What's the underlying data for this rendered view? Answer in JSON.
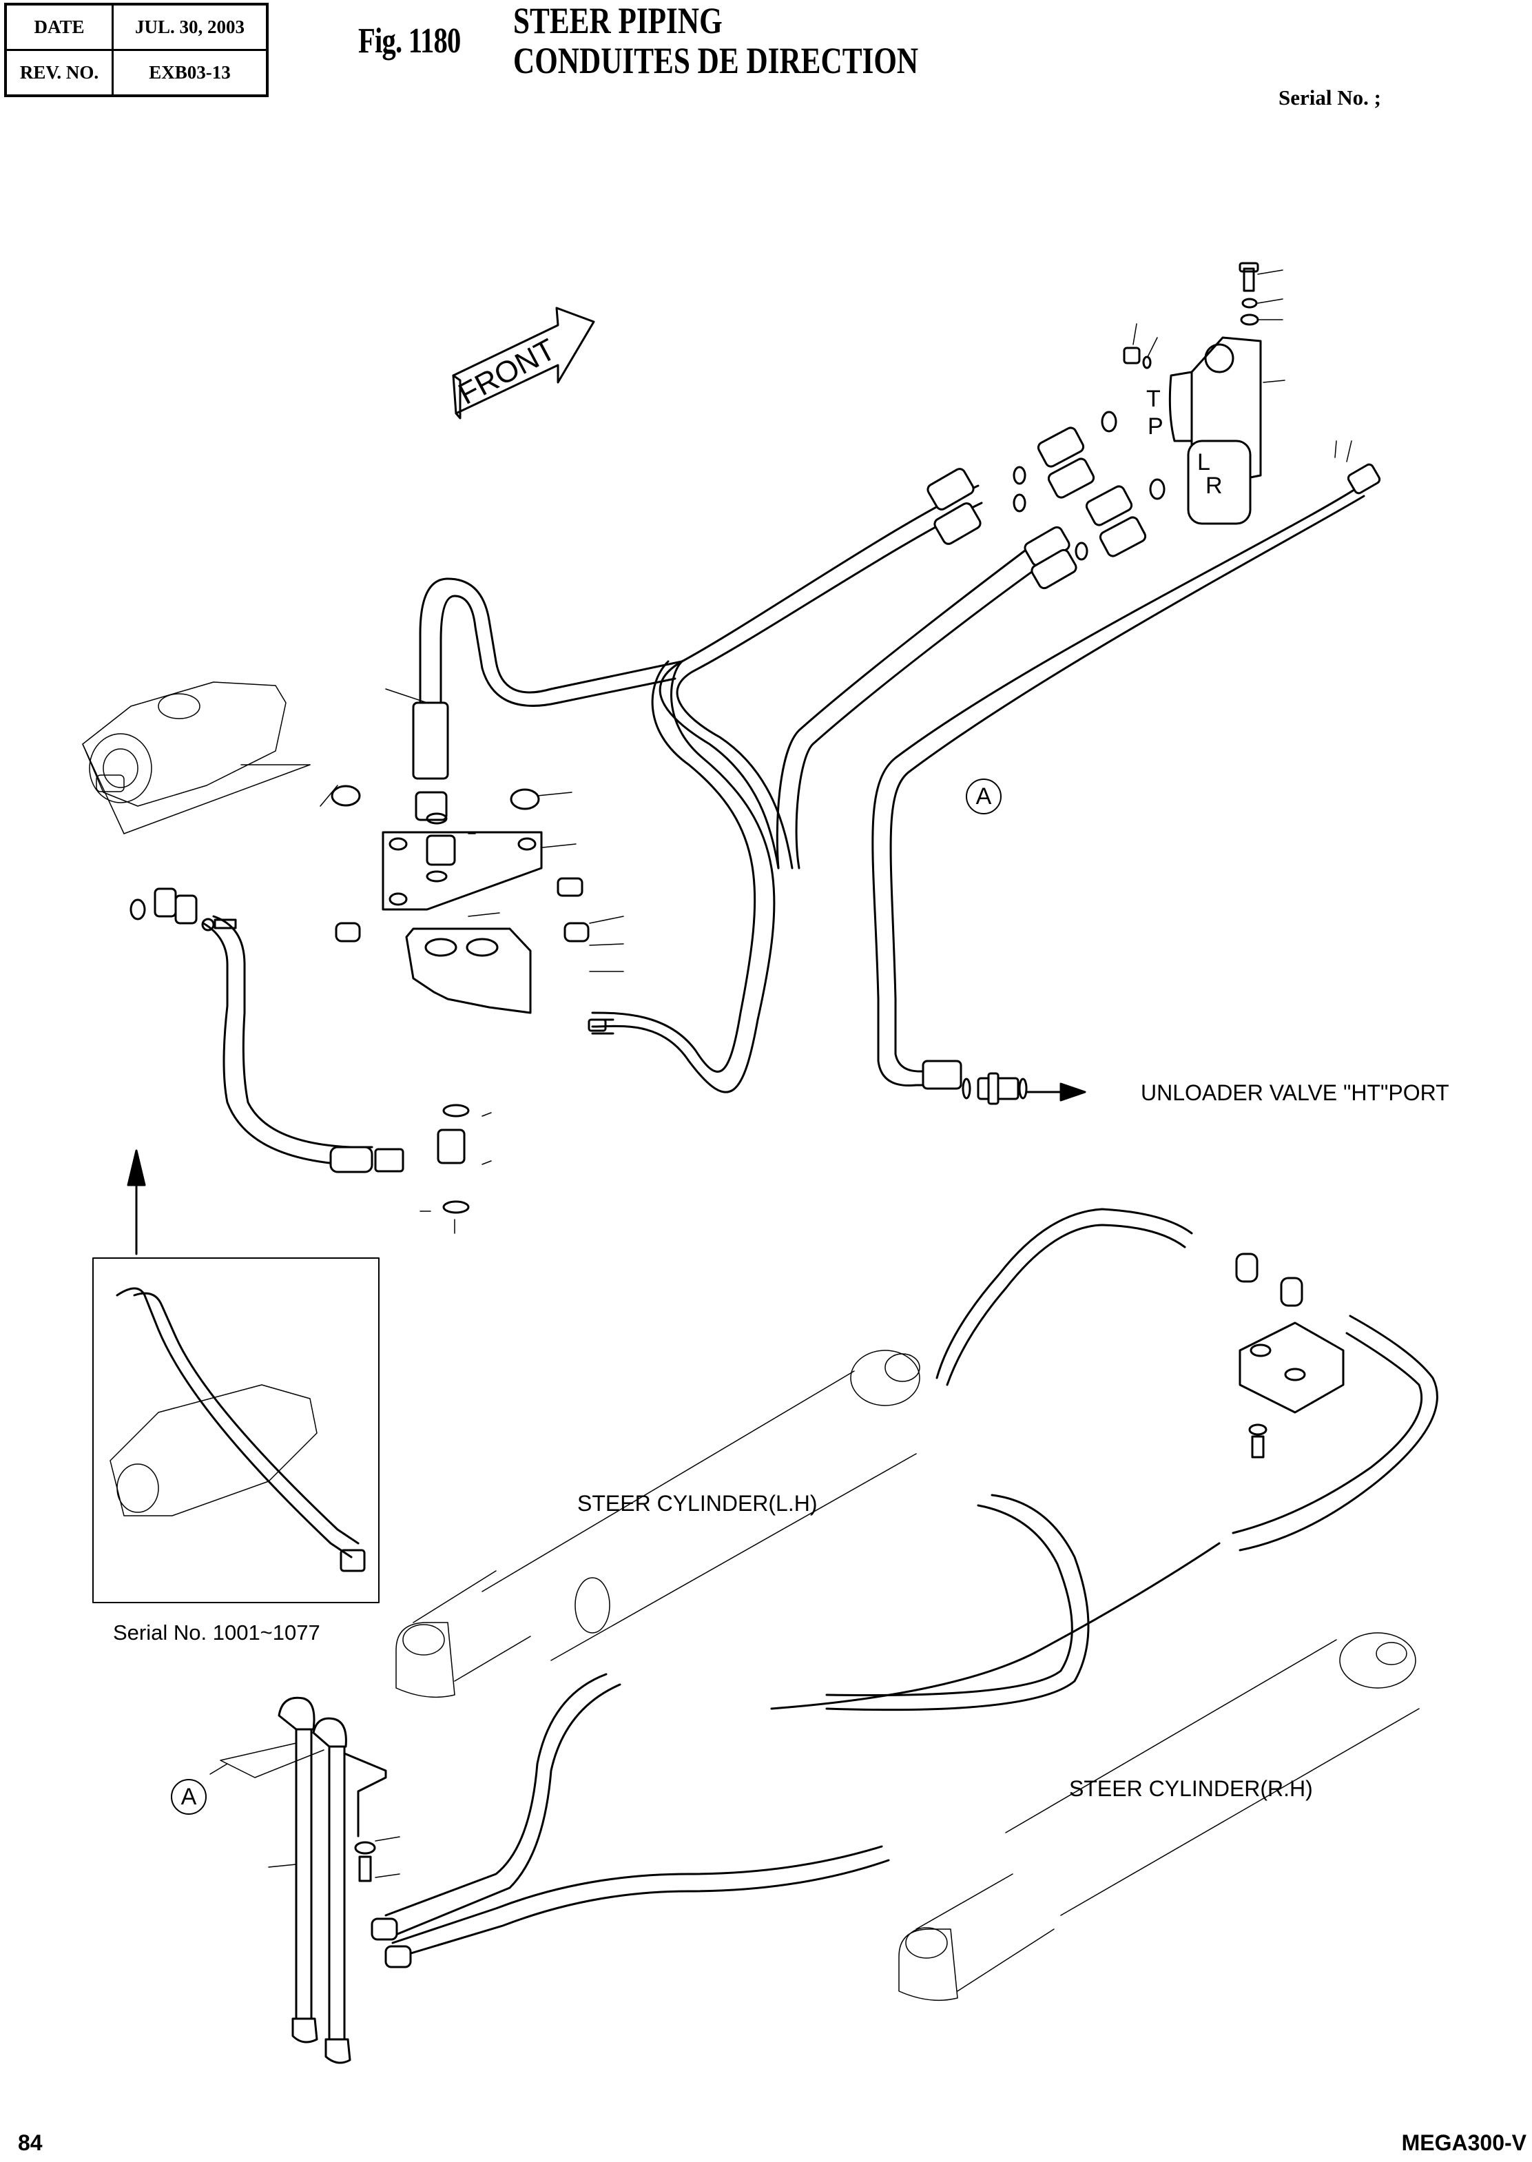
{
  "header": {
    "date_label": "DATE",
    "date_value": "JUL. 30, 2003",
    "rev_label": "REV. NO.",
    "rev_value": "EXB03-13",
    "figure_number": "Fig. 1180",
    "title_en": "STEER PIPING",
    "title_fr": "CONDUITES DE DIRECTION",
    "serial": "Serial No. ;"
  },
  "drawing": {
    "direction_arrow": "FRONT",
    "ports": [
      "T",
      "P",
      "L",
      "R"
    ],
    "callout_letter": "A",
    "unloader_label": "UNLOADER VALVE \"HT\"PORT",
    "cylinder_lh_label": "STEER CYLINDER(L.H)",
    "cylinder_rh_label": "STEER CYLINDER(R.H)",
    "inset_serial_label": "Serial No. 1001~1077"
  },
  "footer": {
    "page_number": "84",
    "model": "MEGA300-V"
  }
}
